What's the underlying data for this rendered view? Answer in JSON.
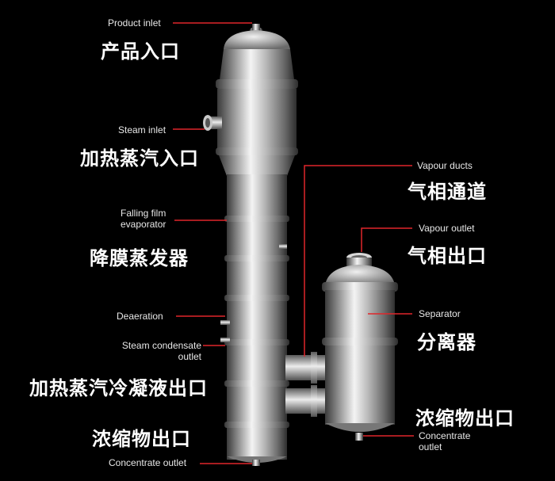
{
  "labels": {
    "product_inlet_en": "Product inlet",
    "product_inlet_zh": "产品入口",
    "steam_inlet_en": "Steam inlet",
    "steam_inlet_zh": "加热蒸汽入口",
    "falling_film_en_1": "Falling film",
    "falling_film_en_2": "evaporator",
    "falling_film_zh": "降膜蒸发器",
    "deaeration_en": "Deaeration",
    "steam_condensate_en_1": "Steam condensate",
    "steam_condensate_en_2": "outlet",
    "steam_condensate_zh": "加热蒸汽冷凝液出口",
    "concentrate_left_zh": "浓缩物出口",
    "concentrate_left_en": "Concentrate outlet",
    "vapour_ducts_en": "Vapour ducts",
    "vapour_ducts_zh": "气相通道",
    "vapour_outlet_en": "Vapour outlet",
    "vapour_outlet_zh": "气相出口",
    "separator_en": "Separator",
    "separator_zh": "分离器",
    "concentrate_right_zh": "浓缩物出口",
    "concentrate_right_en_1": "Concentrate",
    "concentrate_right_en_2": "outlet"
  },
  "colors": {
    "background": "#000000",
    "leader_line": "#e0262b",
    "metal_light": "#f2f2f2",
    "metal_dark": "#4a4a4a"
  }
}
